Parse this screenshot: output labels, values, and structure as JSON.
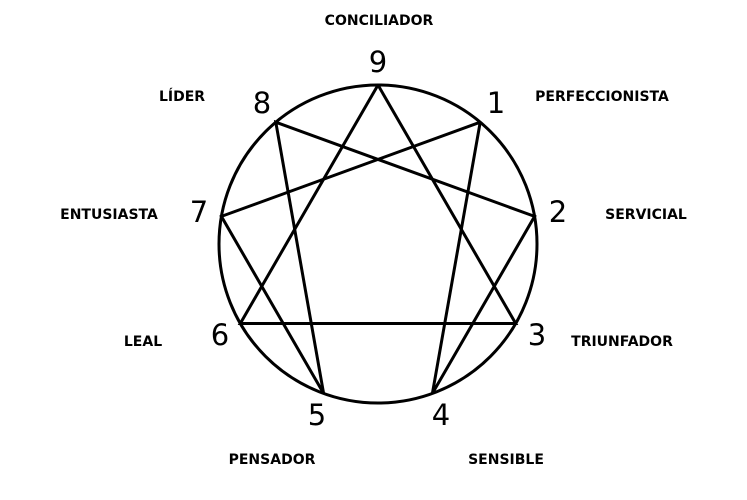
{
  "diagram": {
    "points": [
      {
        "number": "9",
        "label": "CONCILIADOR"
      },
      {
        "number": "1",
        "label": "PERFECCIONISTA"
      },
      {
        "number": "2",
        "label": "SERVICIAL"
      },
      {
        "number": "3",
        "label": "TRIUNFADOR"
      },
      {
        "number": "4",
        "label": "SENSIBLE"
      },
      {
        "number": "5",
        "label": "PENSADOR"
      },
      {
        "number": "6",
        "label": "LEAL"
      },
      {
        "number": "7",
        "label": "ENTUSIASTA"
      },
      {
        "number": "8",
        "label": "LÍDER"
      }
    ],
    "connections": {
      "triangle": [
        "9",
        "3",
        "6"
      ],
      "hexad": [
        "1",
        "4",
        "2",
        "8",
        "5",
        "7"
      ]
    },
    "colors": {
      "line": "#000000",
      "background": "#ffffff"
    }
  }
}
